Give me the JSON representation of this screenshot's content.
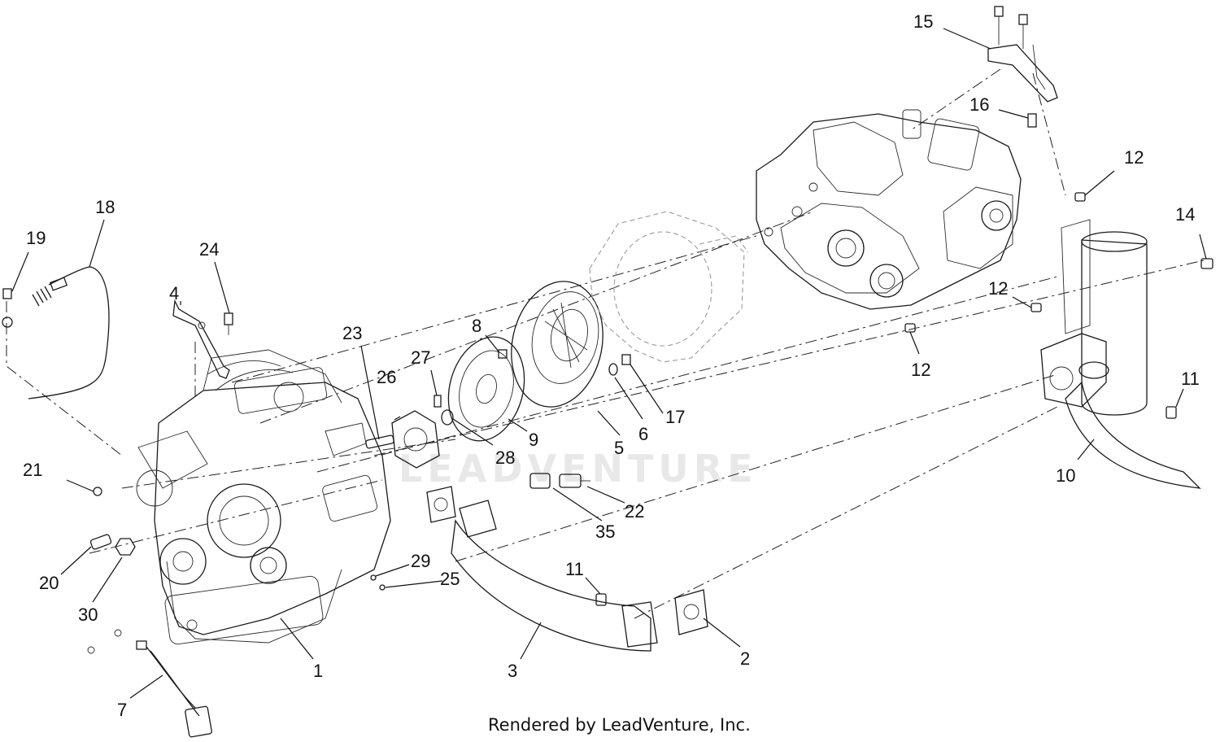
{
  "watermark": "LEADVENTURE",
  "footer": "Rendered by LeadVenture, Inc.",
  "callouts": {
    "c1": "1",
    "c2": "2",
    "c3": "3",
    "c4": "4",
    "c5": "5",
    "c6": "6",
    "c7": "7",
    "c8": "8",
    "c9": "9",
    "c10": "10",
    "c11a": "11",
    "c11b": "11",
    "c12a": "12",
    "c12b": "12",
    "c12c": "12",
    "c14": "14",
    "c15": "15",
    "c16": "16",
    "c17": "17",
    "c18": "18",
    "c19": "19",
    "c20": "20",
    "c21": "21",
    "c22": "22",
    "c23": "23",
    "c24": "24",
    "c25": "25",
    "c26": "26",
    "c27": "27",
    "c28": "28",
    "c29": "29",
    "c30": "30",
    "c35": "35"
  }
}
